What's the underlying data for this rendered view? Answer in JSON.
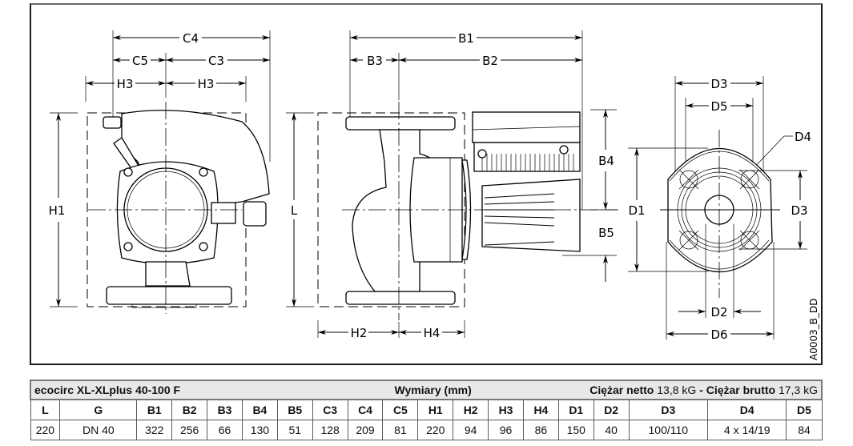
{
  "drawing": {
    "code": "A0003_B_DD",
    "front_view": {
      "labels": {
        "C4": "C4",
        "C5": "C5",
        "C3": "C3",
        "H3_left": "H3",
        "H3_right": "H3",
        "H1": "H1"
      }
    },
    "side_view": {
      "labels": {
        "B1": "B1",
        "B3": "B3",
        "B2": "B2",
        "L": "L",
        "B4": "B4",
        "B5": "B5",
        "H2": "H2",
        "H4": "H4"
      }
    },
    "flange_view": {
      "labels": {
        "D3_top": "D3",
        "D5": "D5",
        "D4": "D4",
        "D1": "D1",
        "D3_right": "D3",
        "D2": "D2",
        "D6": "D6"
      }
    }
  },
  "table": {
    "model": "ecocirc XL-XLplus 40-100 F",
    "dimensions_label": "Wymiary (mm)",
    "net_weight_label": "Ciężar netto",
    "net_weight_value": "13,8 kG",
    "separator": " - ",
    "gross_weight_label": "Ciężar brutto",
    "gross_weight_value": "17,3 kG",
    "headers": [
      "L",
      "G",
      "B1",
      "B2",
      "B3",
      "B4",
      "B5",
      "C3",
      "C4",
      "C5",
      "H1",
      "H2",
      "H3",
      "H4",
      "D1",
      "D2",
      "D3",
      "D4",
      "D5"
    ],
    "values": [
      "220",
      "DN 40",
      "322",
      "256",
      "66",
      "130",
      "51",
      "128",
      "209",
      "81",
      "220",
      "94",
      "96",
      "86",
      "150",
      "40",
      "100/110",
      "4 x 14/19",
      "84"
    ]
  }
}
